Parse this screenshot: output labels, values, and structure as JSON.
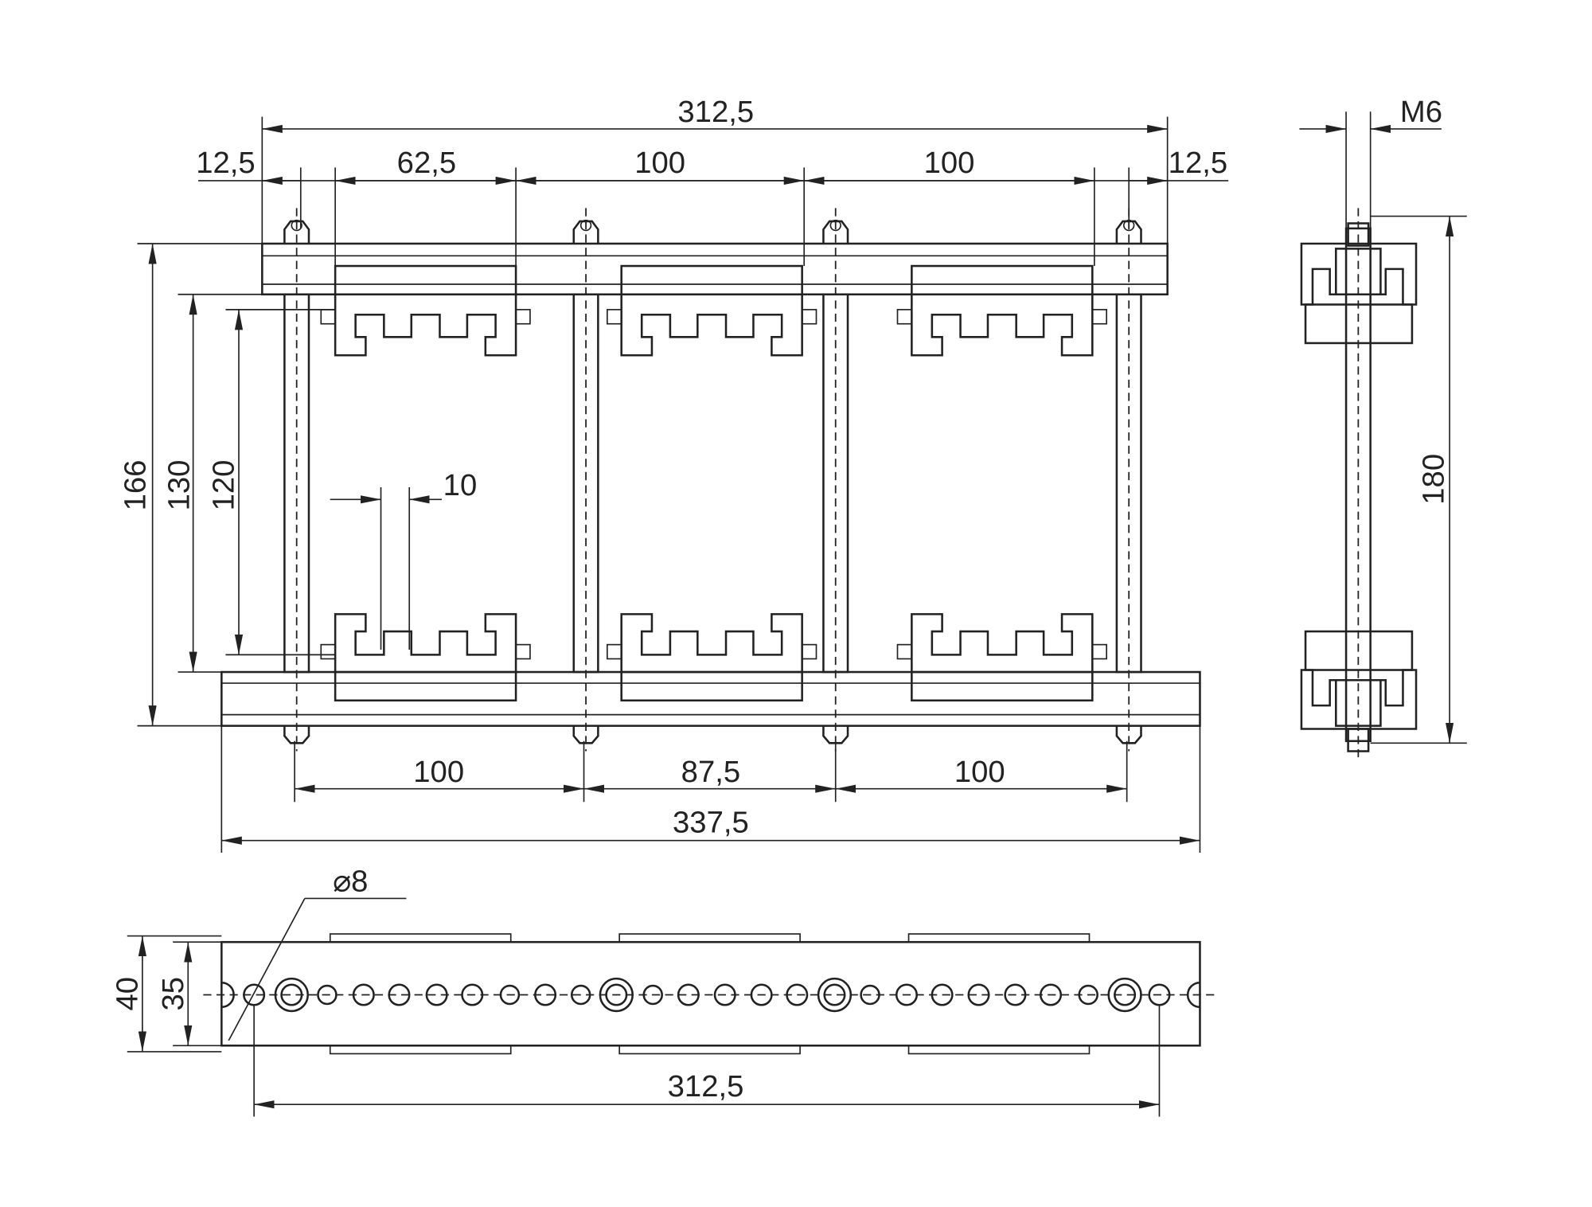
{
  "drawing": {
    "front_view": {
      "top_width": "312,5",
      "top_chain": [
        "12,5",
        "62,5",
        "100",
        "100",
        "12,5"
      ],
      "heights": [
        "166",
        "130",
        "120"
      ],
      "tooth_width": "10",
      "bottom_chain": [
        "100",
        "87,5",
        "100"
      ],
      "bottom_width": "337,5"
    },
    "side_view": {
      "thread": "M6",
      "height": "180"
    },
    "plan_view": {
      "hole_diameter": "⌀8",
      "heights": [
        "40",
        "35"
      ],
      "width": "312,5"
    }
  }
}
